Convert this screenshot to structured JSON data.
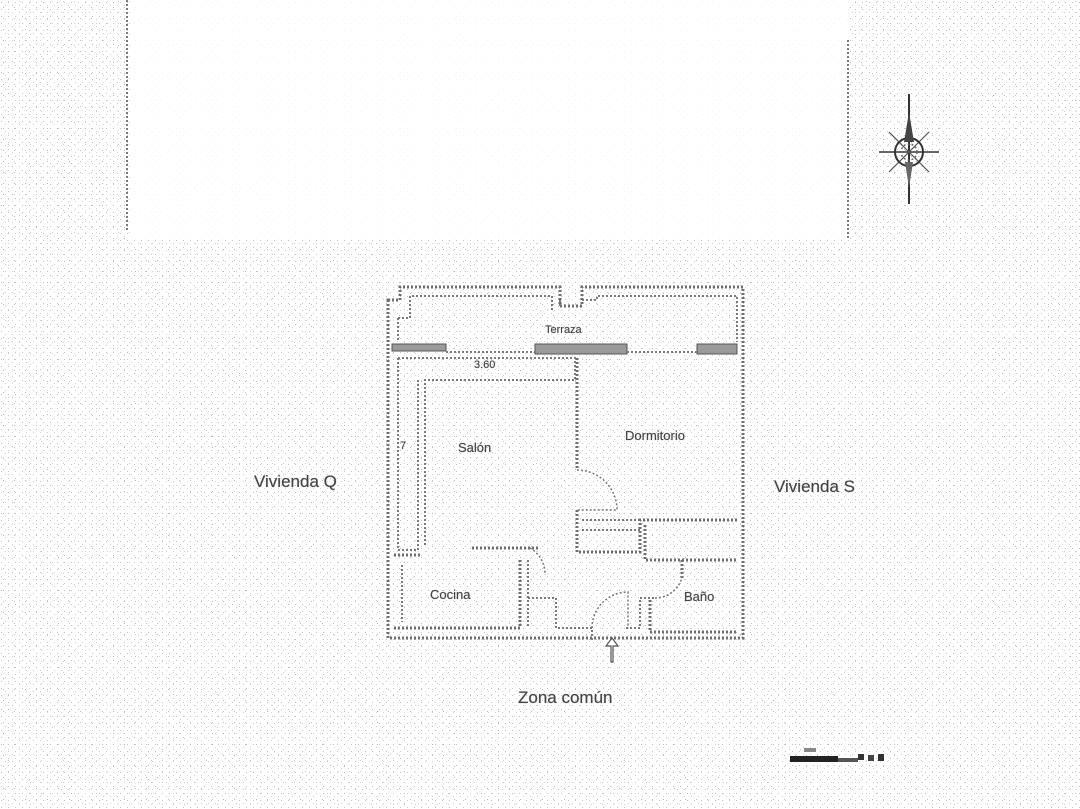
{
  "plan": {
    "rooms": {
      "terrace": "Terraza",
      "living": "Salón",
      "bedroom": "Dormitorio",
      "kitchen": "Cocina",
      "bath": "Baño"
    },
    "neighbors": {
      "left": "Vivienda Q",
      "right": "Vivienda S"
    },
    "common_area": "Zona común",
    "dim_top": "3.60",
    "dim_side": "7"
  },
  "colors": {
    "walls": "#6e6e6e",
    "text": "#444444",
    "background": "#ffffff"
  }
}
